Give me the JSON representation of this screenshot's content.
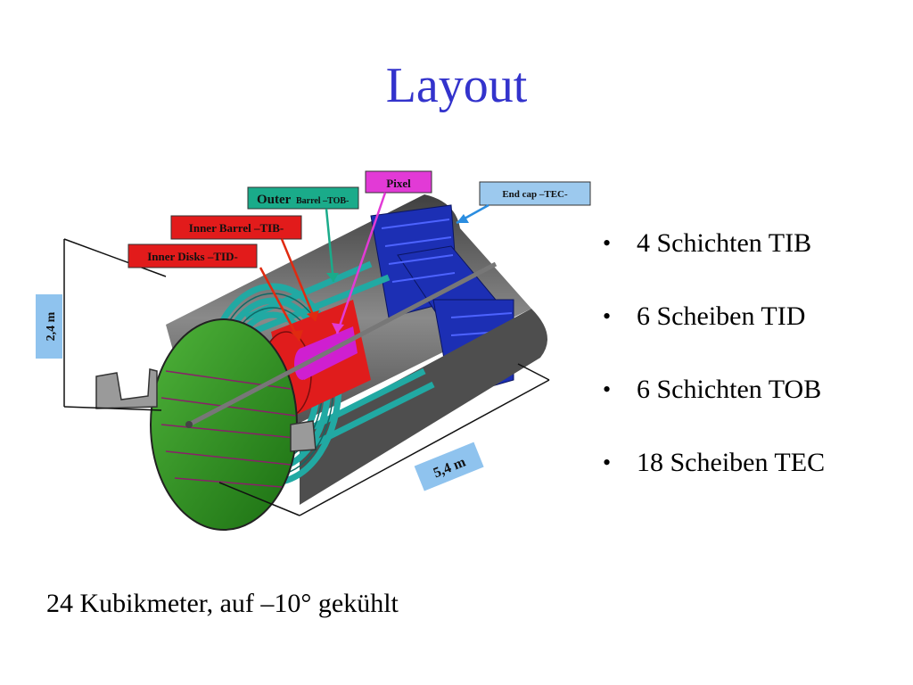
{
  "slide": {
    "title": "Layout",
    "bullets": [
      "4 Schichten TIB",
      "6 Scheiben TID",
      "6 Schichten TOB",
      "18 Scheiben TEC"
    ],
    "footer": "24 Kubikmeter, auf –10° gekühlt"
  },
  "figure": {
    "labels": {
      "pixel": "Pixel",
      "outer_barrel_big": "Outer",
      "outer_barrel_small": "Barrel –TOB-",
      "inner_barrel": "Inner Barrel –TIB-",
      "inner_disks": "Inner Disks –TID-",
      "end_cap": "End cap –TEC-"
    },
    "dimensions": {
      "diameter": "2,4 m",
      "length": "5,4 m"
    },
    "colors": {
      "title": "#3333cc",
      "tob_label_bg": "#1aab8a",
      "tib_label_bg": "#e21b1b",
      "pixel_label_bg": "#e23ad6",
      "tec_label_bg": "#9cc9ee",
      "dimension_tag_bg": "#8fc3ee",
      "tec_blue": "#1c2fb4",
      "tob_teal": "#21a9a3",
      "tib_red": "#e01c1c",
      "pixel_magenta": "#cf1fd0",
      "shell_green": "#2b8c1e",
      "shell_gray": "#5c5c5c"
    }
  }
}
